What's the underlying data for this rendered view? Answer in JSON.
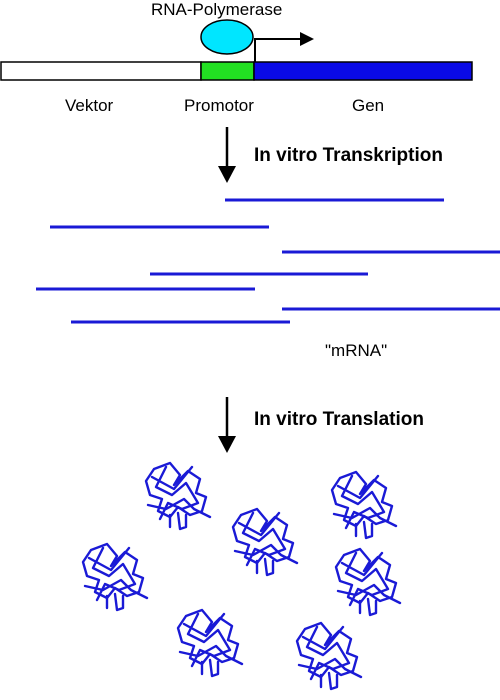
{
  "labels": {
    "polymerase": "RNA-Polymerase",
    "vector": "Vektor",
    "promoter": "Promotor",
    "gene": "Gen",
    "transcription": "In vitro Transkription",
    "mrna": "\"mRNA\"",
    "translation": "In vitro Translation"
  },
  "colors": {
    "vector": "#ffffff",
    "promoter": "#22e022",
    "gene": "#0a0ae6",
    "polymerase": "#00e6ff",
    "mrna": "#1a1ad6",
    "protein": "#1a1ad6",
    "outline": "#000000"
  },
  "icons": {
    "polymerase": "ellipse",
    "transcription_start": "bent-arrow",
    "step": "down-arrow",
    "protein": "folded-protein-scribble"
  },
  "mrna_strand_count": 7,
  "protein_count": 7
}
